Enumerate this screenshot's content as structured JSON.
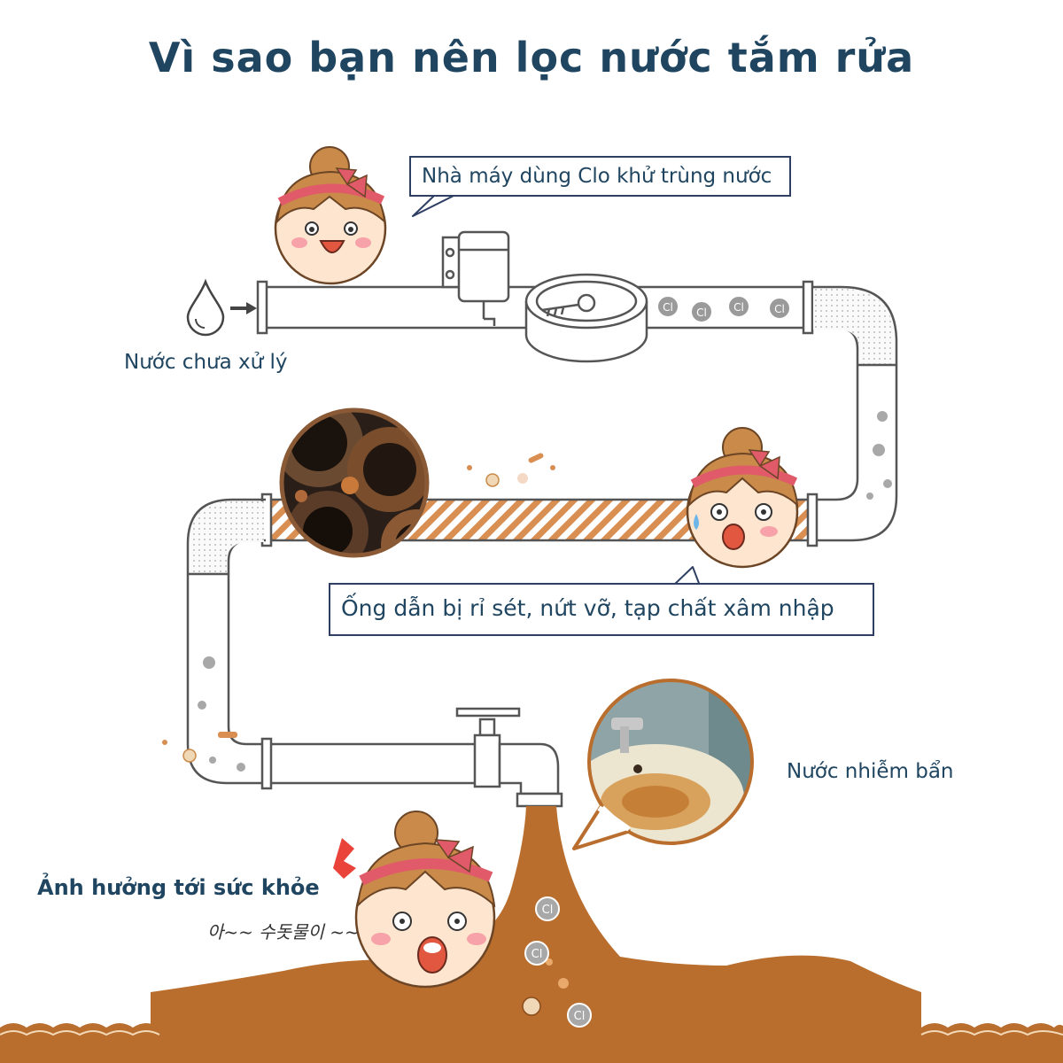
{
  "title": "Vì sao bạn nên lọc nước tắm rửa",
  "callouts": {
    "factory": "Nhà máy dùng Clo khử trùng nước",
    "pipes": "Ống dẫn bị rỉ sét, nứt vỡ, tạp chất xâm nhập"
  },
  "labels": {
    "raw_water": "Nước chưa xử lý",
    "dirty_water": "Nước nhiễm bẩn",
    "health": "Ảnh hưởng tới sức khỏe",
    "korean": "아~~ 수돗물이 ~~"
  },
  "chlorine_symbol": "Cl",
  "colors": {
    "title": "#1f4560",
    "rust": "#b96e2e",
    "stripe": "#d98e52",
    "pipe_stroke": "#555555",
    "callout_border": "#2e3f63",
    "hair": "#c98a4a",
    "bandana": "#e05a6a"
  }
}
